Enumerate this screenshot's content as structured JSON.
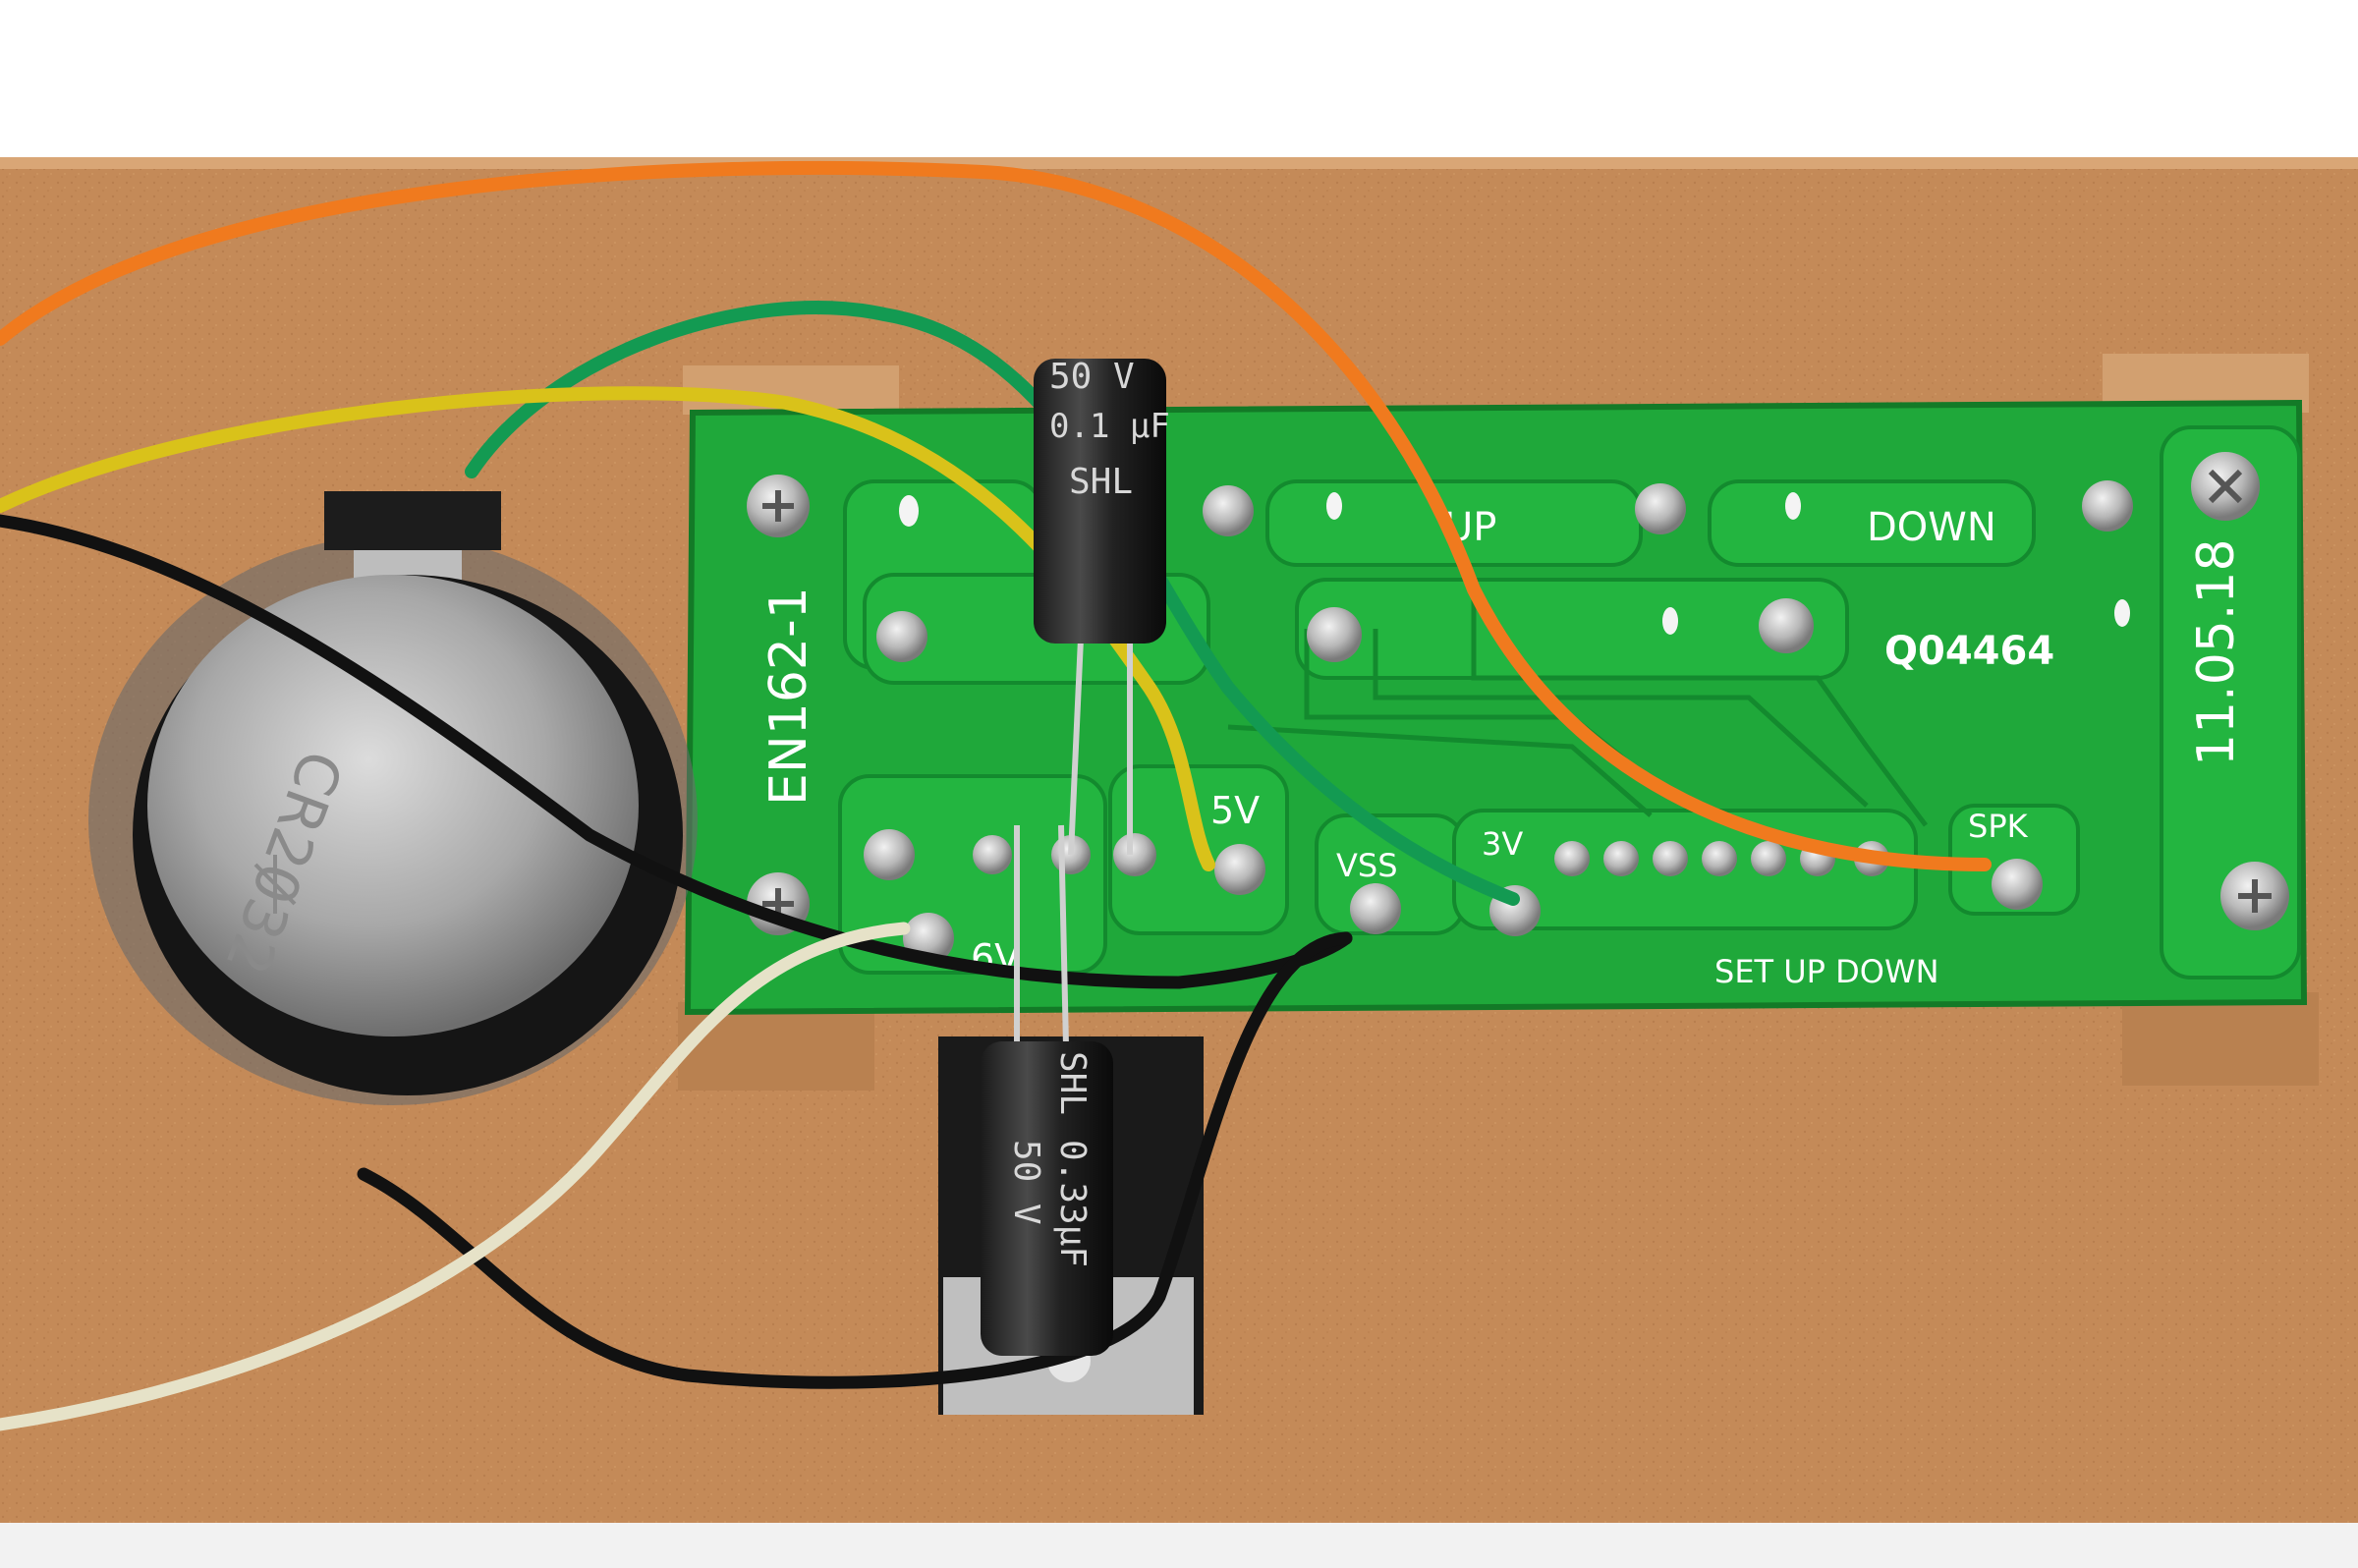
{
  "pcb": {
    "board_id": "EN162-1",
    "code": "Q04464",
    "date": "11.05.18",
    "labels": {
      "up": "UP",
      "down": "DOWN",
      "five_v": "5V",
      "three_v": "3V",
      "six_v": "6V",
      "vss": "VSS",
      "spk": "SPK",
      "set_up_down": "SET UP DOWN"
    }
  },
  "capacitor_top": {
    "brand": "SHL",
    "voltage": "50 V",
    "capacitance": "0.1 µF"
  },
  "capacitor_bottom": {
    "brand": "SHL",
    "voltage": "50 V",
    "capacitance": "0.33µF"
  },
  "battery": {
    "model": "CR2032"
  },
  "colors": {
    "background": "#ffffff",
    "wood": "#c48a58",
    "pcb": "#1fa83a",
    "copper": "#23b540",
    "wire_orange": "#f07a1e",
    "wire_green": "#139a52",
    "wire_yellow": "#d9c21a",
    "wire_black": "#111111",
    "wire_white": "#e6e2c8"
  }
}
